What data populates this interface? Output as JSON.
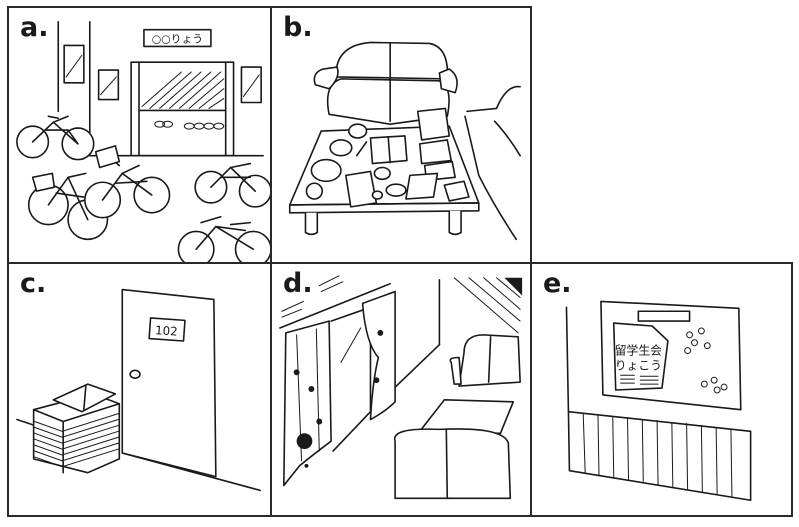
{
  "panels": [
    {
      "id": "a",
      "label": "a.",
      "scene": "Dormitory entrance with many bicycles parked in front",
      "sign_text": "○○りょう"
    },
    {
      "id": "b",
      "label": "b.",
      "scene": "Lounge with sofa and a messy coffee table covered in books, cups and papers"
    },
    {
      "id": "c",
      "label": "c.",
      "scene": "Stack of newspapers piled in front of a room door",
      "door_number": "102"
    },
    {
      "id": "d",
      "label": "d.",
      "scene": "Room with dirty, stained curtains, cobwebs and sofas"
    },
    {
      "id": "e",
      "label": "e.",
      "scene": "Bulletin board with a torn poster",
      "poster_line1": "留学生会",
      "poster_line2": "りょこう"
    }
  ],
  "colors": {
    "ink": "#1a1a1a",
    "background": "#ffffff",
    "border": "#2a2a2a"
  }
}
